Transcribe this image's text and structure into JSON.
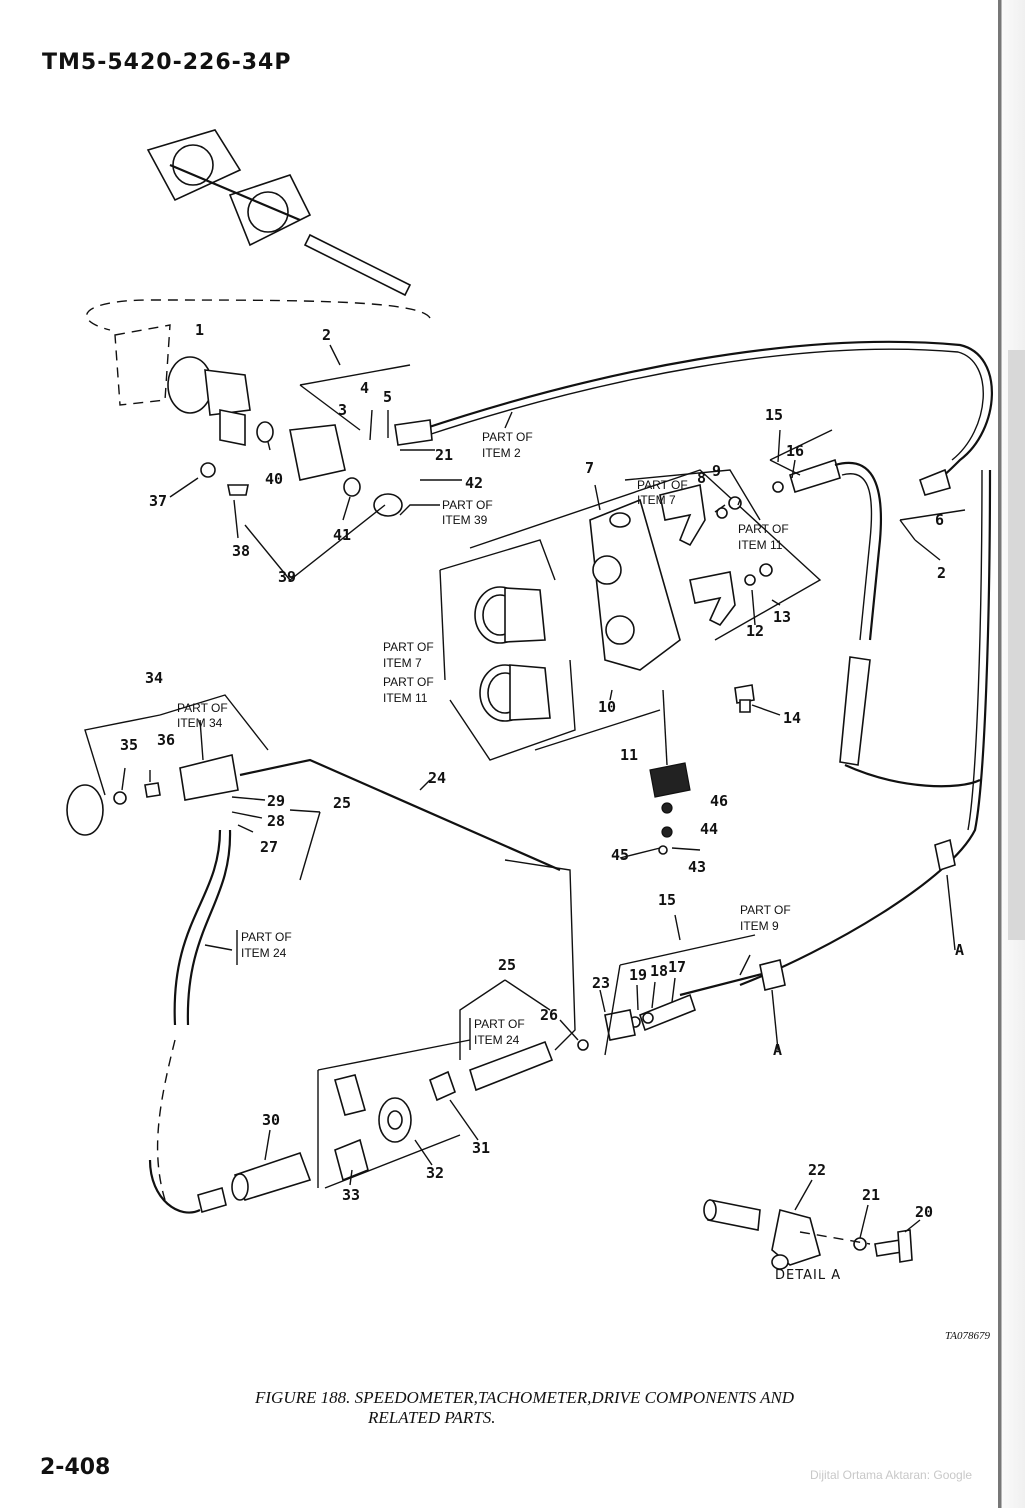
{
  "document": {
    "header_code": "TM5-5420-226-34P",
    "page_number": "2-408",
    "caption_line1": "FIGURE 188. SPEEDOMETER,TACHOMETER,DRIVE COMPONENTS AND",
    "caption_line2": "RELATED PARTS.",
    "figure_code": "TA078679",
    "detail_label": "DETAIL A",
    "watermark": "Dijital Ortama Aktaran: Google"
  },
  "callouts": {
    "c1": "1",
    "c2a": "2",
    "c2b": "2",
    "c3": "3",
    "c4": "4",
    "c5": "5",
    "c6": "6",
    "c7": "7",
    "c8": "8",
    "c9": "9",
    "c10": "10",
    "c11": "11",
    "c12": "12",
    "c13": "13",
    "c14": "14",
    "c15a": "15",
    "c15b": "15",
    "c16": "16",
    "c17": "17",
    "c18": "18",
    "c19": "19",
    "c20": "20",
    "c21a": "21",
    "c21b": "21",
    "c22": "22",
    "c23": "23",
    "c24": "24",
    "c25a": "25",
    "c25b": "25",
    "c26": "26",
    "c27": "27",
    "c28": "28",
    "c29": "29",
    "c30": "30",
    "c31": "31",
    "c32": "32",
    "c33": "33",
    "c34": "34",
    "c35": "35",
    "c36": "36",
    "c37": "37",
    "c38": "38",
    "c39": "39",
    "c40": "40",
    "c41": "41",
    "c42": "42",
    "c43": "43",
    "c44": "44",
    "c45": "45",
    "c46": "46",
    "cA1": "A",
    "cA2": "A"
  },
  "part_of_labels": {
    "p_item2_l1": "PART OF",
    "p_item2_l2": "ITEM 2",
    "p_item39_l1": "PART OF",
    "p_item39_l2": "ITEM 39",
    "p_item7a_l1": "PART OF",
    "p_item7a_l2": "ITEM 7",
    "p_item11a_l1": "PART OF",
    "p_item11a_l2": "ITEM 11",
    "p_item7b_l1": "PART OF",
    "p_item7b_l2": "ITEM 7",
    "p_item11b_l1": "PART OF",
    "p_item11b_l2": "ITEM 11",
    "p_item34_l1": "PART OF",
    "p_item34_l2": "ITEM 34",
    "p_item24a_l1": "PART OF",
    "p_item24a_l2": "ITEM 24",
    "p_item24b_l1": "PART OF",
    "p_item24b_l2": "ITEM 24",
    "p_item9_l1": "PART OF",
    "p_item9_l2": "ITEM 9"
  }
}
